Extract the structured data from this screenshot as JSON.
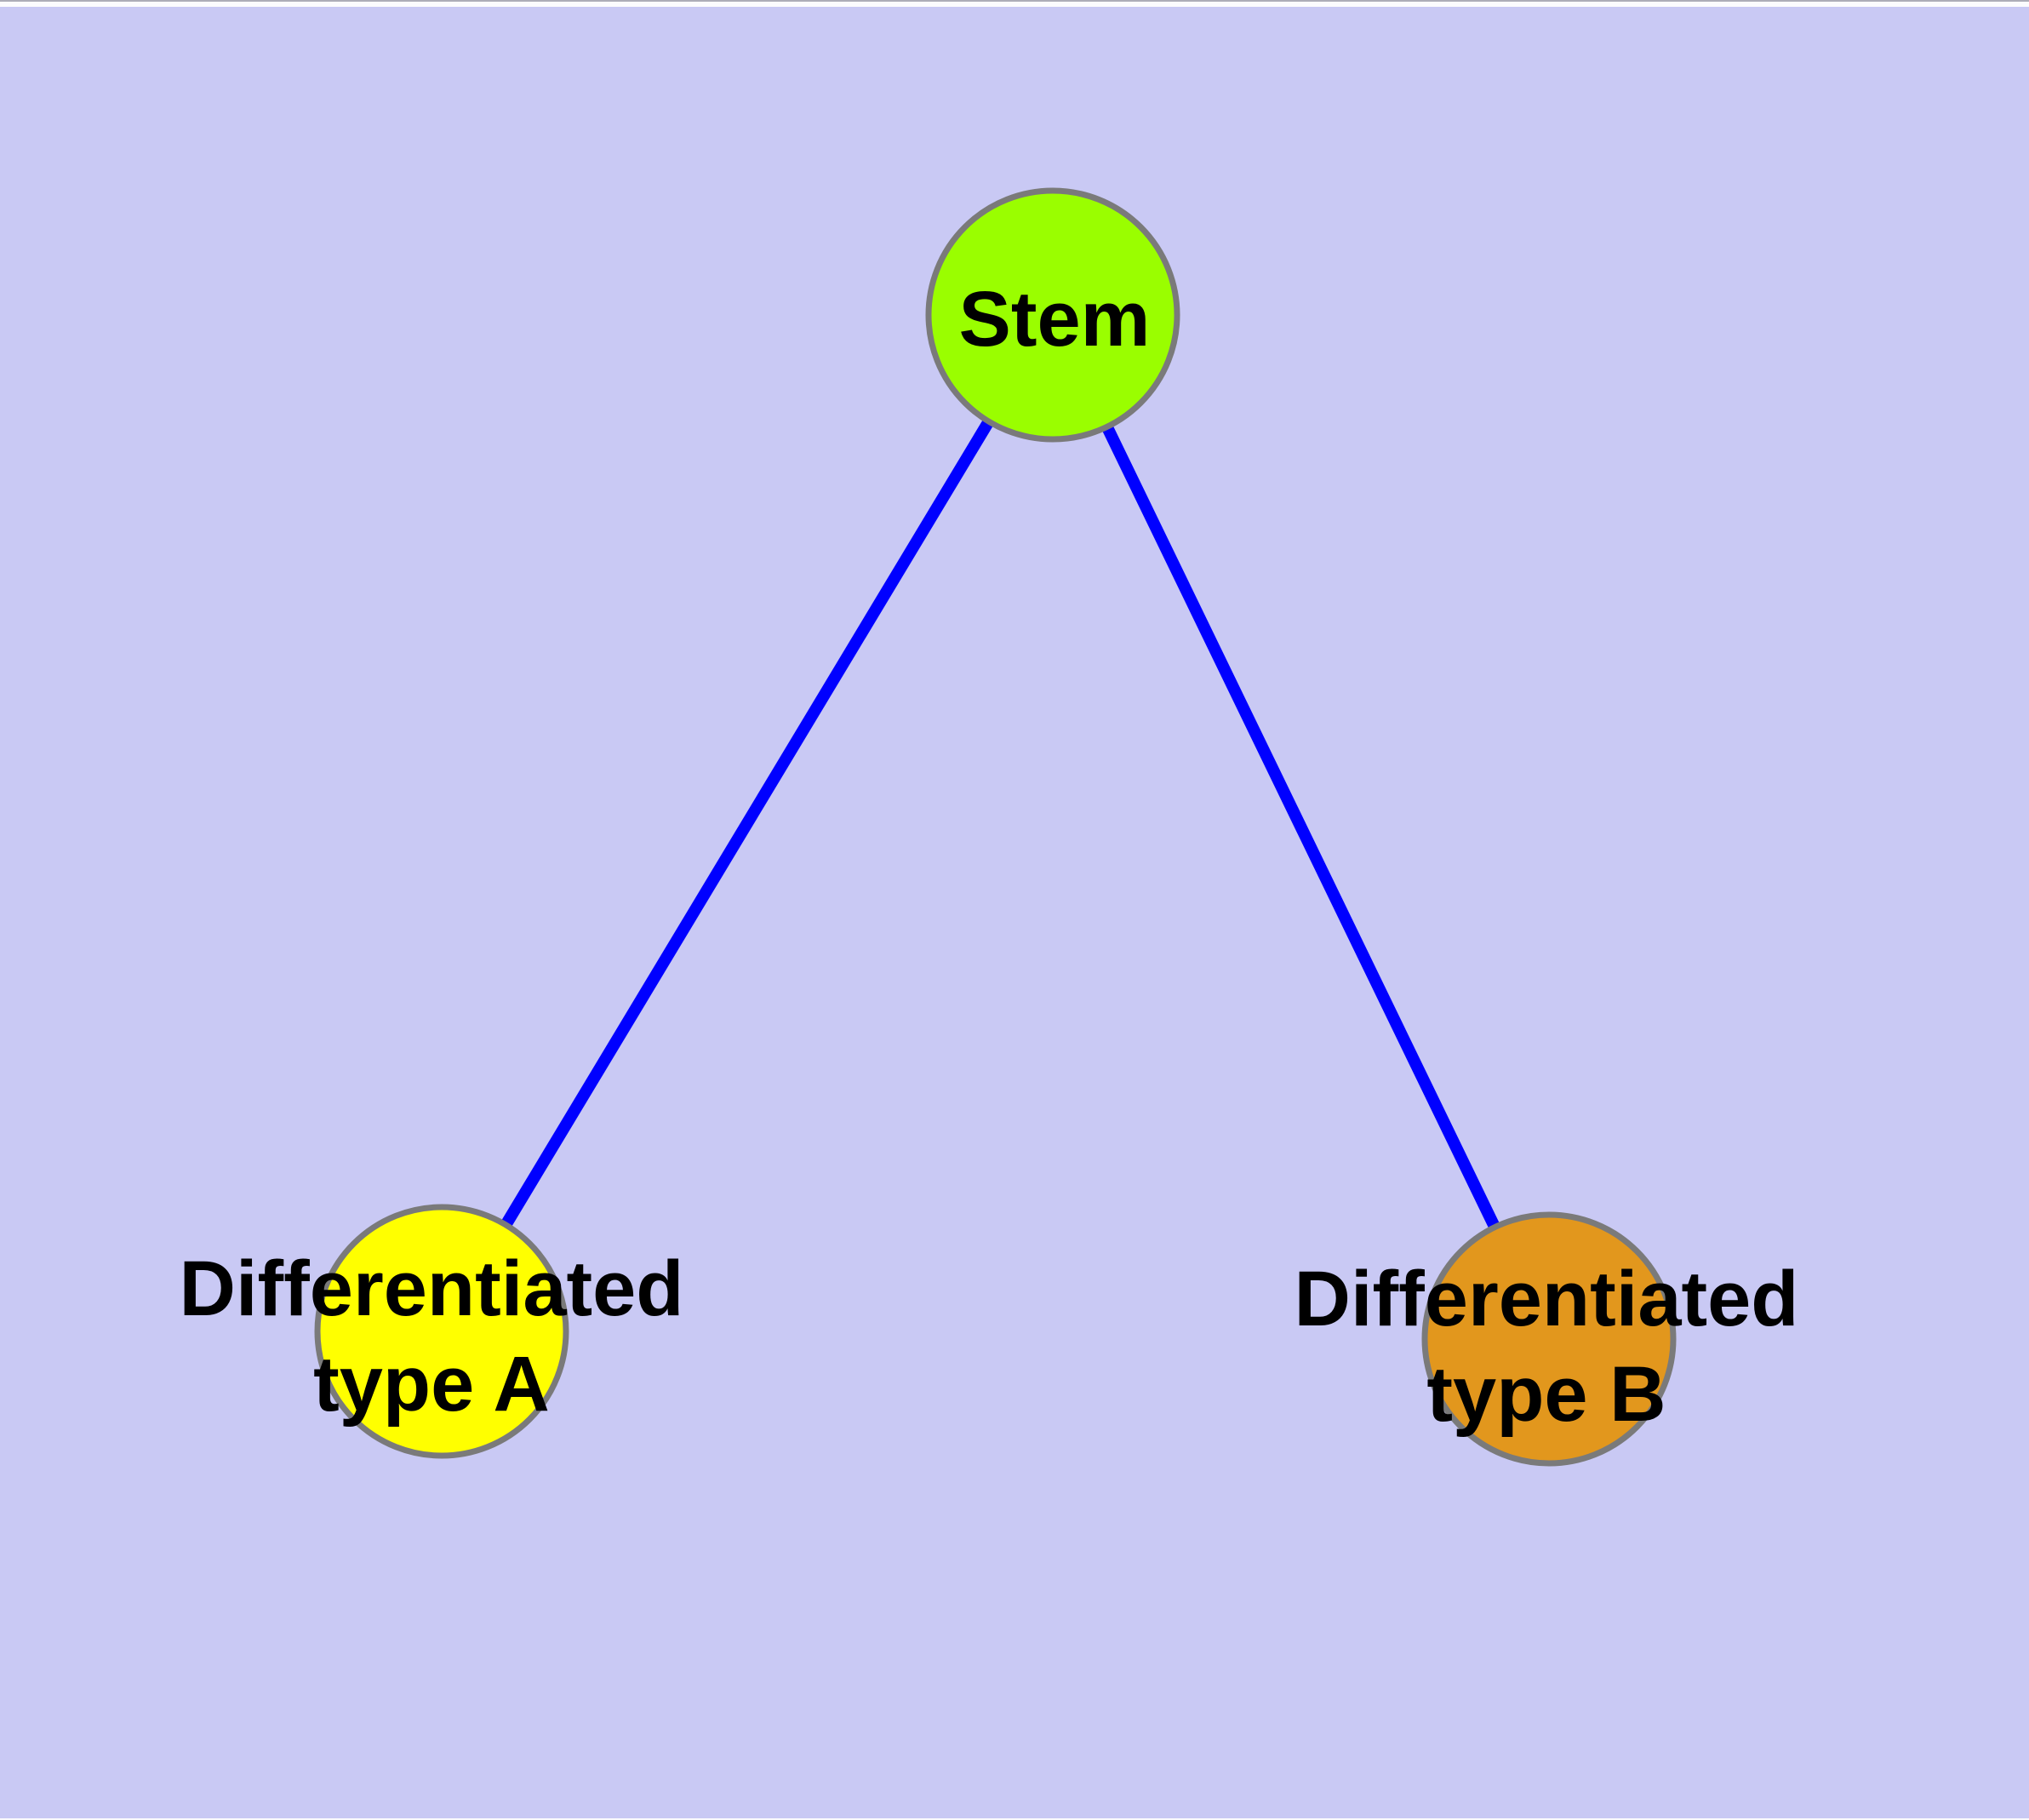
{
  "diagram": {
    "type": "graph",
    "background_color": "#C9C9F4",
    "edge_color": "#0000FF",
    "node_border_color": "#7A7A7A",
    "label_color": "#000000",
    "nodes": [
      {
        "id": "stem",
        "label": "Stem",
        "fill": "#9AFE00"
      },
      {
        "id": "differentiated-type-a",
        "label": "Differentiated\ntype A",
        "fill": "#FFFF00"
      },
      {
        "id": "differentiated-type-b",
        "label": "Differentiated\ntype B",
        "fill": "#E2971D"
      }
    ],
    "edges": [
      {
        "from": "stem",
        "to": "differentiated-type-a"
      },
      {
        "from": "stem",
        "to": "differentiated-type-b"
      }
    ]
  }
}
